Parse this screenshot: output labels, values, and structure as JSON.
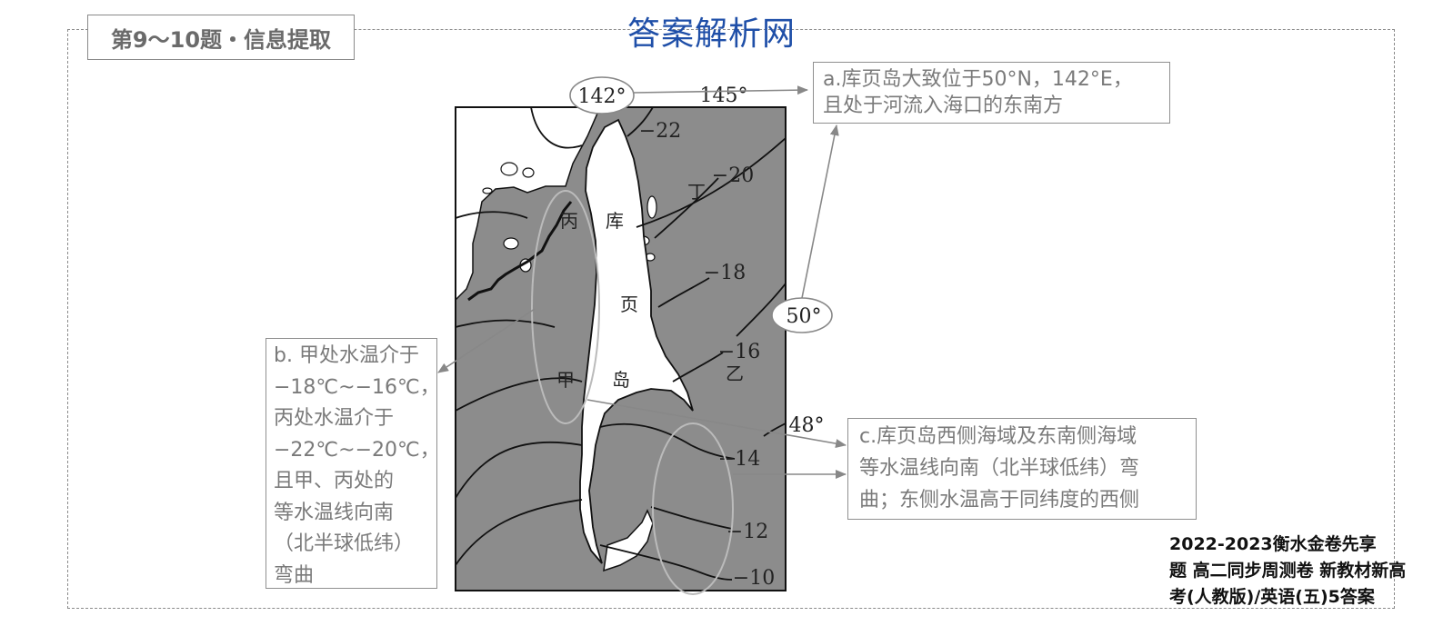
{
  "header": {
    "section_label": "第9～10题・信息提取",
    "watermark": "答案解析网"
  },
  "map": {
    "longitude_labels": [
      "142°",
      "145°"
    ],
    "latitude_labels": [
      "50°",
      "48°"
    ],
    "isotherm_labels": [
      "−22",
      "−20",
      "−18",
      "−16",
      "−14",
      "−12",
      "−10"
    ],
    "island_name_chars": [
      "库",
      "页",
      "岛"
    ],
    "points": [
      "甲",
      "乙",
      "丙",
      "丁"
    ],
    "colors": {
      "sea": "#8c8c8c",
      "land": "#ffffff",
      "isotherm": "#111111",
      "arrow": "#888888"
    }
  },
  "notes": {
    "a_lines": [
      "a.库页岛大致位于50°N，142°E，",
      "且处于河流入海口的东南方"
    ],
    "b_lines": [
      "b. 甲处水温介于",
      "−18℃~−16℃，",
      "丙处水温介于",
      "−22℃~−20℃，",
      "且甲、丙处的",
      "等水温线向南",
      "（北半球低纬）",
      "弯曲"
    ],
    "c_lines": [
      "c.库页岛西侧海域及东南侧海域",
      "等水温线向南（北半球低纬）弯",
      "曲；东侧水温高于同纬度的西侧"
    ]
  },
  "footer": {
    "lines": [
      "2022-2023衡水金卷先享",
      "题 高二同步周测卷 新教材新高",
      "考(人教版)/英语(五)5答案"
    ]
  }
}
